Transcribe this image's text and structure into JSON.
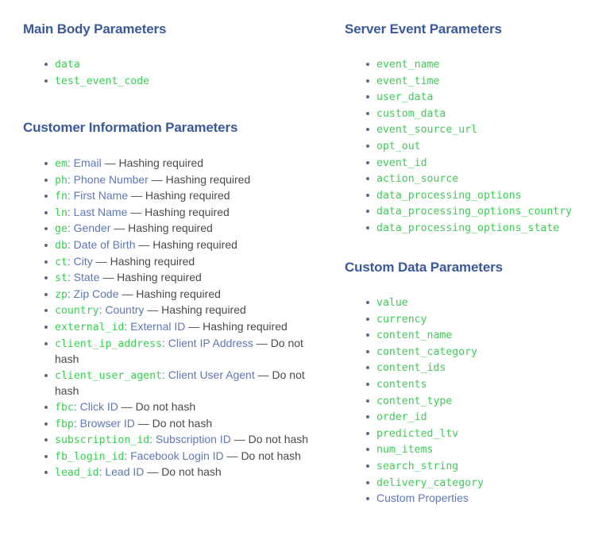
{
  "theme": {
    "heading_color": "#3b5998",
    "code_color": "#3ccc54",
    "link_color": "#5d78b3",
    "text_color": "#4a4a4a",
    "bullet_color": "#5b6b86",
    "background": "#ffffff"
  },
  "columns": {
    "left": {
      "sections": [
        {
          "heading": "Main Body Parameters",
          "items": [
            {
              "code": "data"
            },
            {
              "code": "test_event_code"
            }
          ]
        },
        {
          "heading": "Customer Information Parameters",
          "items": [
            {
              "code": "em",
              "colon": ":",
              "link": "Email",
              "dash": "—",
              "desc": "Hashing required"
            },
            {
              "code": "ph",
              "colon": ":",
              "link": "Phone Number",
              "dash": "—",
              "desc": "Hashing required"
            },
            {
              "code": "fn",
              "colon": ":",
              "link": "First Name",
              "dash": "—",
              "desc": "Hashing required"
            },
            {
              "code": "ln",
              "colon": ":",
              "link": "Last Name",
              "dash": "—",
              "desc": "Hashing required"
            },
            {
              "code": "ge",
              "colon": ":",
              "link": "Gender",
              "dash": "—",
              "desc": "Hashing required"
            },
            {
              "code": "db",
              "colon": ":",
              "link": "Date of Birth",
              "dash": "—",
              "desc": "Hashing required"
            },
            {
              "code": "ct",
              "colon": ":",
              "link": "City",
              "dash": "—",
              "desc": "Hashing required"
            },
            {
              "code": "st",
              "colon": ":",
              "link": "State",
              "dash": "—",
              "desc": "Hashing required"
            },
            {
              "code": "zp",
              "colon": ":",
              "link": "Zip Code",
              "dash": "—",
              "desc": "Hashing required"
            },
            {
              "code": "country",
              "colon": ":",
              "link": "Country",
              "dash": "—",
              "desc": "Hashing required"
            },
            {
              "code": "external_id",
              "colon": ":",
              "link": "External ID",
              "dash": "—",
              "desc": "Hashing required"
            },
            {
              "code": "client_ip_address",
              "colon": ":",
              "link": "Client IP Address",
              "dash": "—",
              "desc": "Do not hash"
            },
            {
              "code": "client_user_agent",
              "colon": ":",
              "link": "Client User Agent",
              "dash": "—",
              "desc": "Do not hash"
            },
            {
              "code": "fbc",
              "colon": ":",
              "link": "Click ID",
              "dash": "—",
              "desc": "Do not hash"
            },
            {
              "code": "fbp",
              "colon": ":",
              "link": "Browser ID",
              "dash": "—",
              "desc": "Do not hash"
            },
            {
              "code": "subscription_id",
              "colon": ":",
              "link": "Subscription ID",
              "dash": "—",
              "desc": "Do not hash"
            },
            {
              "code": "fb_login_id",
              "colon": ":",
              "link": "Facebook Login ID",
              "dash": "—",
              "desc": "Do not hash"
            },
            {
              "code": "lead_id",
              "colon": ":",
              "link": "Lead ID",
              "dash": "—",
              "desc": "Do not hash"
            }
          ]
        }
      ]
    },
    "right": {
      "sections": [
        {
          "heading": "Server Event Parameters",
          "items": [
            {
              "code": "event_name"
            },
            {
              "code": "event_time"
            },
            {
              "code": "user_data"
            },
            {
              "code": "custom_data"
            },
            {
              "code": "event_source_url"
            },
            {
              "code": "opt_out"
            },
            {
              "code": "event_id"
            },
            {
              "code": "action_source"
            },
            {
              "code": "data_processing_options"
            },
            {
              "code": "data_processing_options_country"
            },
            {
              "code": "data_processing_options_state"
            }
          ]
        },
        {
          "heading": "Custom Data Parameters",
          "items": [
            {
              "code": "value"
            },
            {
              "code": "currency"
            },
            {
              "code": "content_name"
            },
            {
              "code": "content_category"
            },
            {
              "code": "content_ids"
            },
            {
              "code": "contents"
            },
            {
              "code": "content_type"
            },
            {
              "code": "order_id"
            },
            {
              "code": "predicted_ltv"
            },
            {
              "code": "num_items"
            },
            {
              "code": "search_string"
            },
            {
              "code": "delivery_category"
            },
            {
              "link": "Custom Properties"
            }
          ]
        }
      ]
    }
  }
}
